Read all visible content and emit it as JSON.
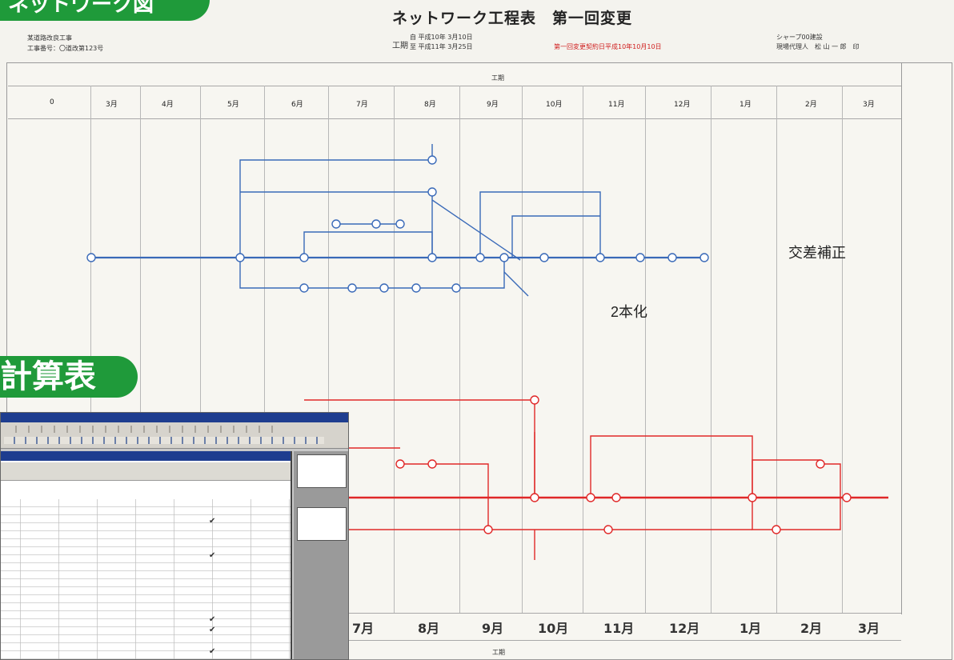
{
  "header": {
    "top_label": "ネットワーク図",
    "title": "ネットワーク工程表　第一回変更",
    "left_line1": "某道路改良工事",
    "left_line2": "工事番号：〇道改第123号",
    "period_label": "工期",
    "period_from": "自 平成10年 3月10日",
    "period_to": "至 平成11年 3月25日",
    "change_note": "第一回変更契約日平成10年10月10日",
    "company": "シャープ00建設",
    "agent": "現場代理人　松 山 一 郎　印"
  },
  "top_chart": {
    "axis_header": "工期",
    "months": [
      "0",
      "3月",
      "4月",
      "5月",
      "6月",
      "7月",
      "8月",
      "9月",
      "10月",
      "11月",
      "12月",
      "1月",
      "2月",
      "3月"
    ],
    "annotations": {
      "kousa": "交差補正",
      "nihonka": "2本化"
    }
  },
  "mid_label": "量計算表",
  "bottom_chart": {
    "months": [
      "7月",
      "8月",
      "9月",
      "10月",
      "11月",
      "12月",
      "1月",
      "2月",
      "3月"
    ],
    "axis_footer": "工期"
  },
  "spreadsheet_window": {
    "checkmarks": [
      "✔",
      "✔",
      "✔",
      "✔",
      "✔",
      "✔"
    ]
  },
  "colors": {
    "accent_green": "#1f9a3a",
    "network_blue": "#2f5fb0",
    "network_red": "#e02828",
    "titlebar_blue": "#1e3d8f"
  }
}
